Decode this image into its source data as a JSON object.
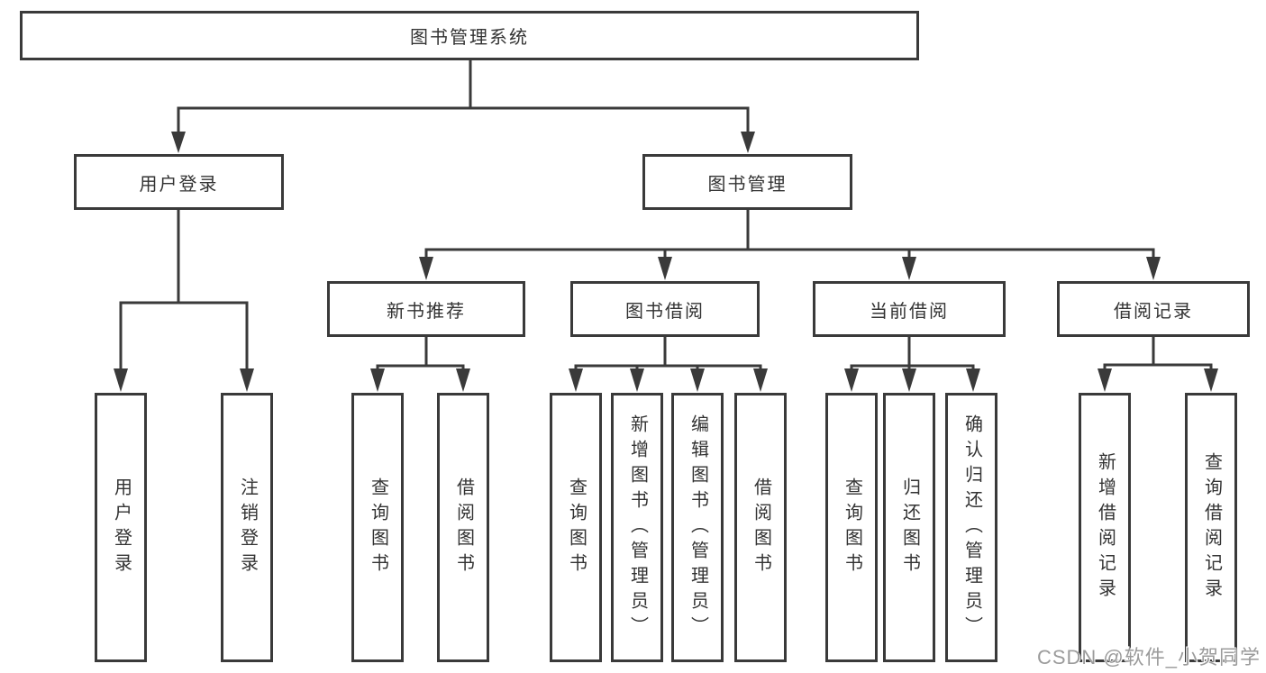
{
  "diagram": {
    "title": "图书管理系统",
    "root": "图书管理系统",
    "level2": {
      "user_login": "用户登录",
      "book_mgmt": "图书管理"
    },
    "level3": {
      "new_books": "新书推荐",
      "book_borrow": "图书借阅",
      "current_borrow": "当前借阅",
      "borrow_records": "借阅记录"
    },
    "leaves": {
      "user_login": [
        "用户登录",
        "注销登录"
      ],
      "new_books": [
        "查询图书",
        "借阅图书"
      ],
      "book_borrow": [
        "查询图书",
        "新增图书（管理员）",
        "编辑图书（管理员）",
        "借阅图书"
      ],
      "current_borrow": [
        "查询图书",
        "归还图书",
        "确认归还（管理员）"
      ],
      "borrow_records": [
        "新增借阅记录",
        "查询借阅记录"
      ]
    }
  },
  "watermark": {
    "text": "CSDN @软件_小贺同学"
  },
  "colors": {
    "line": "#3a3a3a",
    "text": "#333333",
    "background": "#ffffff",
    "watermark": "#9b9b9b"
  }
}
